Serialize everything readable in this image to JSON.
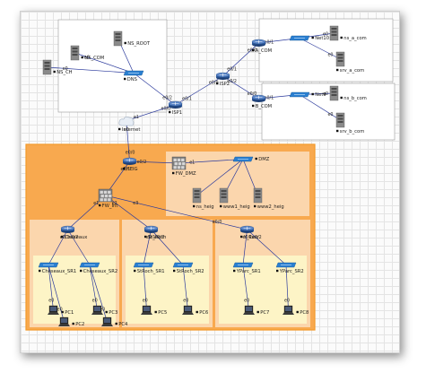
{
  "colors": {
    "link": "#2b3a9c",
    "zone_outer": "#f8a94f",
    "zone_outer_border": "#f39a2a",
    "zone_inner": "#fbd6ad",
    "zone_yellow": "#fdf4c6",
    "router": "#2c5aa0",
    "switch": "#2a7fd1",
    "firewall": "#7d7d7d",
    "server": "#8a8a8a"
  },
  "nodes": {
    "ns_root": {
      "label": "NS_ROOT",
      "icon": "server-icon"
    },
    "ns_com": {
      "label": "NS_COM",
      "icon": "server-icon"
    },
    "ns_ch": {
      "label": "NS_CH",
      "icon": "server-icon"
    },
    "dns": {
      "label": "DNS",
      "icon": "switch-icon"
    },
    "isp1": {
      "label": "ISP1",
      "icon": "router-icon"
    },
    "isp2": {
      "label": "ISP2",
      "icon": "router-icon"
    },
    "a_com": {
      "label": "A_COM",
      "icon": "router-icon"
    },
    "net10": {
      "label": "Net10",
      "icon": "switch-icon"
    },
    "ns_a_com": {
      "label": "ns_a_com",
      "icon": "server-icon"
    },
    "srv_a_com": {
      "label": "srv_a_com",
      "icon": "server-icon"
    },
    "b_com": {
      "label": "B_COM",
      "icon": "router-icon"
    },
    "net9": {
      "label": "Net9",
      "icon": "switch-icon"
    },
    "ns_b_com": {
      "label": "ns_b_com",
      "icon": "server-icon"
    },
    "srv_b_com": {
      "label": "srv_b_com",
      "icon": "server-icon"
    },
    "internet": {
      "label": "Internet",
      "icon": "cloud-icon"
    },
    "heig": {
      "label": "HEIG",
      "icon": "router-icon"
    },
    "fw_dmz": {
      "label": "FW_DMZ",
      "icon": "firewall-icon"
    },
    "dmz": {
      "label": "DMZ",
      "icon": "switch-icon"
    },
    "ns_heig": {
      "label": "ns_heig",
      "icon": "server-icon"
    },
    "www1_heig": {
      "label": "www1_heig",
      "icon": "server-icon"
    },
    "www2_heig": {
      "label": "www2_heig",
      "icon": "server-icon"
    },
    "fw_int": {
      "label": "FW_Int",
      "icon": "firewall-icon"
    },
    "cheseaux": {
      "label": "Cheseaux",
      "icon": "router-icon"
    },
    "st_roch": {
      "label": "St_Roch",
      "icon": "router-icon"
    },
    "y_parc": {
      "label": "Y_Parc",
      "icon": "router-icon"
    },
    "cheseaux_sr1": {
      "label": "Cheseaux_SR1",
      "icon": "switch-icon"
    },
    "cheseaux_sr2": {
      "label": "Cheseaux_SR2",
      "icon": "switch-icon"
    },
    "stroch_sr1": {
      "label": "StRoch_SR1",
      "icon": "switch-icon"
    },
    "stroch_sr2": {
      "label": "StRoch_SR2",
      "icon": "switch-icon"
    },
    "yparc_sr1": {
      "label": "YParc_SR1",
      "icon": "switch-icon"
    },
    "yparc_sr2": {
      "label": "YParc_SR2",
      "icon": "switch-icon"
    },
    "pc1": {
      "label": "PC1",
      "icon": "laptop-icon"
    },
    "pc2": {
      "label": "PC2",
      "icon": "laptop-icon"
    },
    "pc3": {
      "label": "PC3",
      "icon": "laptop-icon"
    },
    "pc4": {
      "label": "PC4",
      "icon": "laptop-icon"
    },
    "pc5": {
      "label": "PC5",
      "icon": "laptop-icon"
    },
    "pc6": {
      "label": "PC6",
      "icon": "laptop-icon"
    },
    "pc7": {
      "label": "PC7",
      "icon": "laptop-icon"
    },
    "pc8": {
      "label": "PC8",
      "icon": "laptop-icon"
    }
  },
  "links": [
    {
      "from": "ns_root",
      "to": "dns",
      "from_if": "",
      "to_if": ""
    },
    {
      "from": "ns_com",
      "to": "dns",
      "from_if": "e0",
      "to_if": ""
    },
    {
      "from": "ns_ch",
      "to": "dns",
      "from_if": "e0",
      "to_if": ""
    },
    {
      "from": "dns",
      "to": "isp1",
      "from_if": "",
      "to_if": "e0/2"
    },
    {
      "from": "isp1",
      "to": "isp2",
      "from_if": "e0/1",
      "to_if": "e0/0"
    },
    {
      "from": "isp2",
      "to": "a_com",
      "from_if": "e0/1",
      "to_if": "e0/0"
    },
    {
      "from": "isp2",
      "to": "b_com",
      "from_if": "e0/2",
      "to_if": "e0/0"
    },
    {
      "from": "a_com",
      "to": "net10",
      "from_if": "e0/1",
      "to_if": ""
    },
    {
      "from": "net10",
      "to": "ns_a_com",
      "from_if": "",
      "to_if": "e0"
    },
    {
      "from": "net10",
      "to": "srv_a_com",
      "from_if": "",
      "to_if": "e0"
    },
    {
      "from": "b_com",
      "to": "net9",
      "from_if": "e0/1",
      "to_if": ""
    },
    {
      "from": "net9",
      "to": "ns_b_com",
      "from_if": "",
      "to_if": "e0"
    },
    {
      "from": "net9",
      "to": "srv_b_com",
      "from_if": "",
      "to_if": "e0"
    },
    {
      "from": "internet",
      "to": "isp1",
      "from_if": "e1",
      "to_if": "e0/0"
    },
    {
      "from": "internet",
      "to": "heig",
      "from_if": "e0",
      "to_if": "e0/0"
    },
    {
      "from": "heig",
      "to": "fw_dmz",
      "from_if": "e0/2",
      "to_if": ""
    },
    {
      "from": "fw_dmz",
      "to": "dmz",
      "from_if": "e1",
      "to_if": ""
    },
    {
      "from": "dmz",
      "to": "ns_heig",
      "from_if": "",
      "to_if": ""
    },
    {
      "from": "dmz",
      "to": "www1_heig",
      "from_if": "",
      "to_if": ""
    },
    {
      "from": "dmz",
      "to": "www2_heig",
      "from_if": "",
      "to_if": ""
    },
    {
      "from": "heig",
      "to": "fw_int",
      "from_if": "e0/1",
      "to_if": ""
    },
    {
      "from": "fw_int",
      "to": "cheseaux",
      "from_if": "e1",
      "to_if": ""
    },
    {
      "from": "fw_int",
      "to": "st_roch",
      "from_if": "e2",
      "to_if": ""
    },
    {
      "from": "fw_int",
      "to": "y_parc",
      "from_if": "e3",
      "to_if": "e0/0"
    },
    {
      "from": "cheseaux",
      "to": "cheseaux_sr1",
      "from_if": "e0/1",
      "to_if": ""
    },
    {
      "from": "cheseaux",
      "to": "cheseaux_sr2",
      "from_if": "e0/2",
      "to_if": ""
    },
    {
      "from": "st_roch",
      "to": "stroch_sr1",
      "from_if": "e0/1",
      "to_if": ""
    },
    {
      "from": "st_roch",
      "to": "stroch_sr2",
      "from_if": "e0/2",
      "to_if": ""
    },
    {
      "from": "y_parc",
      "to": "yparc_sr1",
      "from_if": "e0/1",
      "to_if": ""
    },
    {
      "from": "y_parc",
      "to": "yparc_sr2",
      "from_if": "e0/2",
      "to_if": ""
    },
    {
      "from": "cheseaux_sr1",
      "to": "pc1",
      "from_if": "",
      "to_if": "e0"
    },
    {
      "from": "cheseaux_sr1",
      "to": "pc2",
      "from_if": "",
      "to_if": "e0"
    },
    {
      "from": "cheseaux_sr2",
      "to": "pc3",
      "from_if": "",
      "to_if": "e0"
    },
    {
      "from": "cheseaux_sr2",
      "to": "pc4",
      "from_if": "",
      "to_if": "e0"
    },
    {
      "from": "stroch_sr1",
      "to": "pc5",
      "from_if": "",
      "to_if": "e0"
    },
    {
      "from": "stroch_sr2",
      "to": "pc6",
      "from_if": "",
      "to_if": "e0"
    },
    {
      "from": "yparc_sr1",
      "to": "pc7",
      "from_if": "",
      "to_if": "e0"
    },
    {
      "from": "yparc_sr2",
      "to": "pc8",
      "from_if": "",
      "to_if": "e0"
    }
  ]
}
